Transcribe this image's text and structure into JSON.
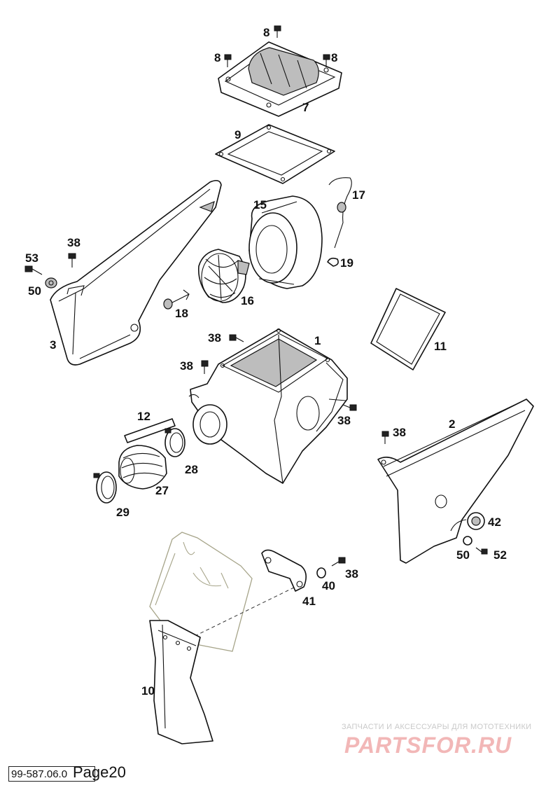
{
  "diagram": {
    "parts": {
      "p1": "1",
      "p2": "2",
      "p3": "3",
      "p7": "7",
      "p8a": "8",
      "p8b": "8",
      "p8c": "8",
      "p9": "9",
      "p10": "10",
      "p11": "11",
      "p12": "12",
      "p15": "15",
      "p16": "16",
      "p17": "17",
      "p18": "18",
      "p19": "19",
      "p27": "27",
      "p28": "28",
      "p29": "29",
      "p38a": "38",
      "p38b": "38",
      "p38c": "38",
      "p38d": "38",
      "p38e": "38",
      "p38f": "38",
      "p40": "40",
      "p41": "41",
      "p42": "42",
      "p50a": "50",
      "p50b": "50",
      "p52": "52",
      "p53": "53"
    }
  },
  "watermark": {
    "tagline": "ЗАПЧАСТИ И АКСЕССУАРЫ ДЛЯ МОТОТЕХНИКИ",
    "logo": "PARTSFOR.RU"
  },
  "footer": {
    "doc_code": "99-587.06.0",
    "page_label": "Page20"
  }
}
